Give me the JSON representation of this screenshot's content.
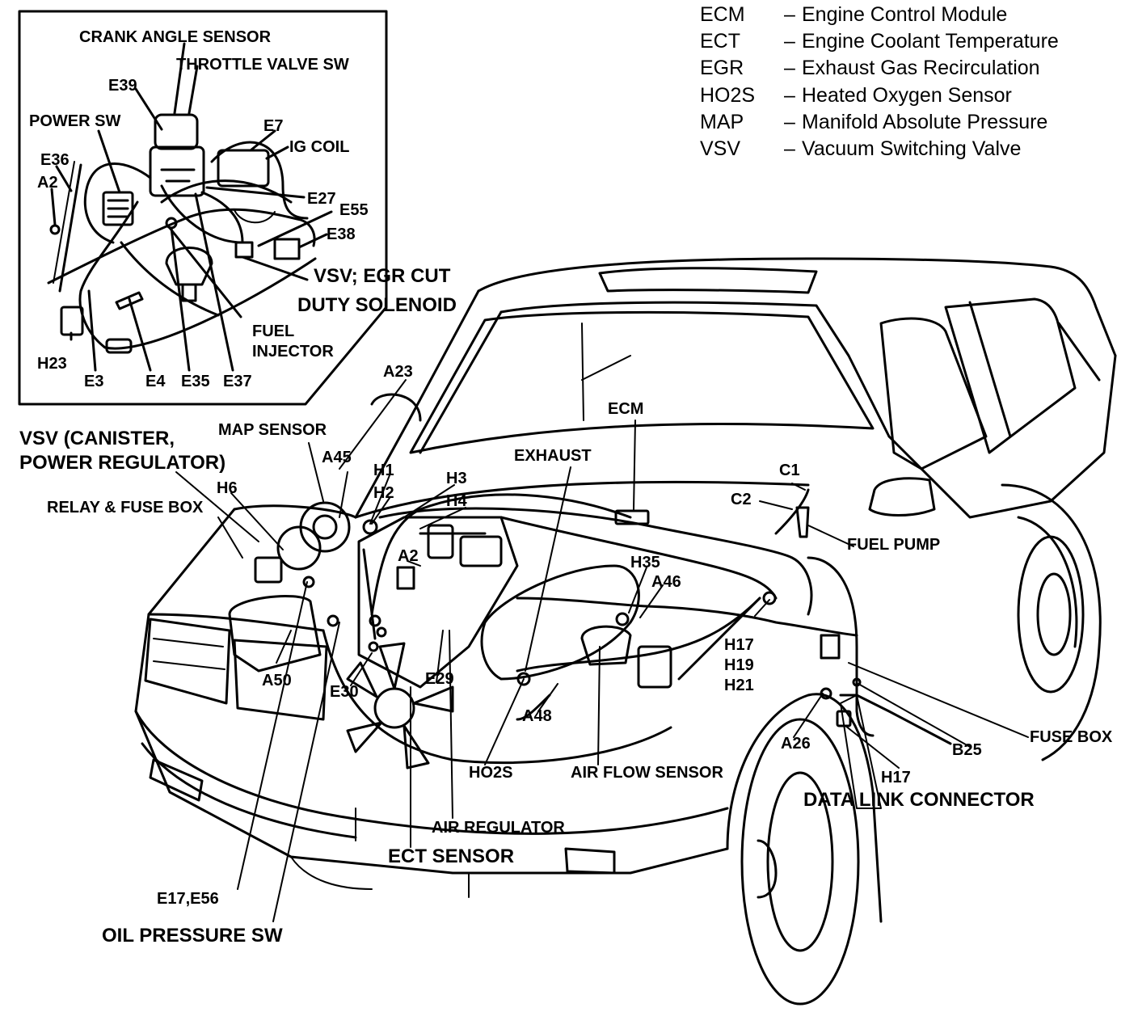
{
  "legend": [
    {
      "abbr": "ECM",
      "meaning": "Engine Control Module"
    },
    {
      "abbr": "ECT",
      "meaning": "Engine Coolant Temperature"
    },
    {
      "abbr": "EGR",
      "meaning": "Exhaust Gas Recirculation"
    },
    {
      "abbr": "HO2S",
      "meaning": "Heated Oxygen Sensor"
    },
    {
      "abbr": "MAP",
      "meaning": "Manifold Absolute Pressure"
    },
    {
      "abbr": "VSV",
      "meaning": "Vacuum Switching Valve"
    }
  ],
  "legend_dash": "–",
  "inset": {
    "crank_angle_sensor": "CRANK ANGLE SENSOR",
    "throttle_valve_sw": "THROTTLE VALVE SW",
    "e39": "E39",
    "power_sw": "POWER SW",
    "e7": "E7",
    "ig_coil": "IG COIL",
    "e36": "E36",
    "a2": "A2",
    "e27": "E27",
    "e55": "E55",
    "e38": "E38",
    "vsv_egr_cut": "VSV; EGR CUT",
    "duty_solenoid": "DUTY SOLENOID",
    "fuel_injector": "FUEL\nINJECTOR",
    "h23": "H23",
    "e3": "E3",
    "e4": "E4",
    "e35": "E35",
    "e37": "E37"
  },
  "main": {
    "a23": "A23",
    "vsv_canister": "VSV (CANISTER,\nPOWER REGULATOR)",
    "map_sensor": "MAP SENSOR",
    "a45": "A45",
    "h1": "H1",
    "h2": "H2",
    "h3": "H3",
    "h4": "H4",
    "exhaust": "EXHAUST",
    "ecm": "ECM",
    "c1": "C1",
    "c2": "C2",
    "fuel_pump": "FUEL PUMP",
    "h6": "H6",
    "relay_fuse_box": "RELAY & FUSE BOX",
    "a2": "A2",
    "h35": "H35",
    "a46": "A46",
    "h17_h19_h21": "H17\nH19\nH21",
    "a50": "A50",
    "e30": "E30",
    "e29": "E29",
    "a48": "A48",
    "fuse_box": "FUSE BOX",
    "b25": "B25",
    "a26": "A26",
    "h17": "H17",
    "ho2s": "HO2S",
    "air_flow_sensor": "AIR FLOW SENSOR",
    "data_link_connector": "DATA LINK CONNECTOR",
    "air_regulator": "AIR REGULATOR",
    "ect_sensor": "ECT SENSOR",
    "e17_e56": "E17,E56",
    "oil_pressure_sw": "OIL PRESSURE SW"
  }
}
